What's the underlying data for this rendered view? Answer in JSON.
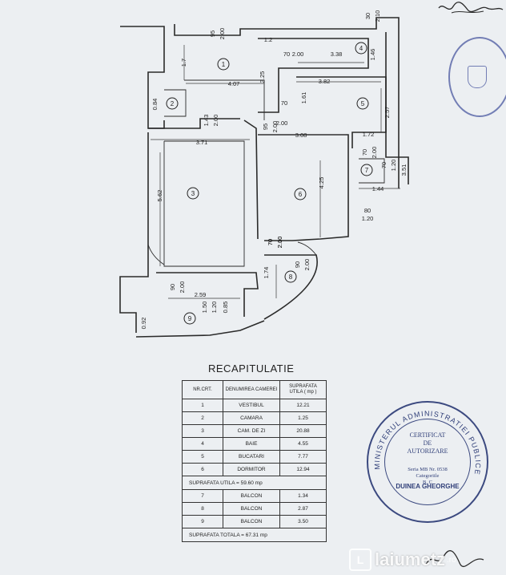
{
  "plan": {
    "dimensions": [
      "95",
      "2.00",
      "1.2",
      "70",
      "2.00",
      "3.38",
      "1.46",
      "30",
      "2.10",
      "1.7",
      "4.07",
      "3.25",
      "70",
      "2.00",
      "3.82",
      "1.61",
      "2.57",
      "0.84",
      "1.43",
      "2.00",
      "95",
      "2.00",
      "70",
      "2.00",
      "1.72",
      "3.71",
      "3.08",
      "5.62",
      "4.25",
      "70",
      "2.10",
      "70",
      "1.20",
      "3.51",
      "1.44",
      "80",
      "1.20",
      "70",
      "2.00",
      "1.74",
      "90",
      "2.00",
      "90",
      "2.00",
      "2.59",
      "1.50",
      "1.20",
      "0.85",
      "0.92"
    ],
    "room_numbers": [
      "1",
      "2",
      "3",
      "4",
      "5",
      "6",
      "7",
      "8",
      "9"
    ]
  },
  "recap": {
    "title": "RECAPITULATIE",
    "headers": {
      "nr": "NR.CRT.",
      "name": "DENUMIREA CAMEREI",
      "area": "SUPRAFATA UTILA ( mp )"
    },
    "rooms": [
      {
        "nr": "1",
        "name": "VESTIBUL",
        "area": "12.21"
      },
      {
        "nr": "2",
        "name": "CAMARA",
        "area": "1.25"
      },
      {
        "nr": "3",
        "name": "CAM. DE ZI",
        "area": "20.88"
      },
      {
        "nr": "4",
        "name": "BAIE",
        "area": "4.55"
      },
      {
        "nr": "5",
        "name": "BUCATARI",
        "area": "7.77"
      },
      {
        "nr": "6",
        "name": "DORMITOR",
        "area": "12.94"
      }
    ],
    "useful_total": "SUPRAFATA UTILA = 59.60 mp",
    "balconies": [
      {
        "nr": "7",
        "name": "BALCON",
        "area": "1.34"
      },
      {
        "nr": "8",
        "name": "BALCON",
        "area": "2.87"
      },
      {
        "nr": "9",
        "name": "BALCON",
        "area": "3.50"
      }
    ],
    "grand_total": "SUPRAFATA TOTALA = 67.31 mp"
  },
  "stamp": {
    "ring_text": "MINISTERUL ADMINISTRATIEI PUBLICE",
    "line1": "CERTIFICAT",
    "line2": "DE",
    "line3": "AUTORIZARE",
    "line4": "Seria MB Nr. 0538",
    "line5": "Categoriile",
    "line6": "B, C",
    "name": "DUINEA GHEORGHE"
  },
  "watermark": {
    "logo": "L",
    "text": "laiumetz",
    "suffix": ".ro"
  },
  "colors": {
    "paper": "#eceff2",
    "ink": "#222222",
    "stamp_blue": "#3c4a80"
  }
}
